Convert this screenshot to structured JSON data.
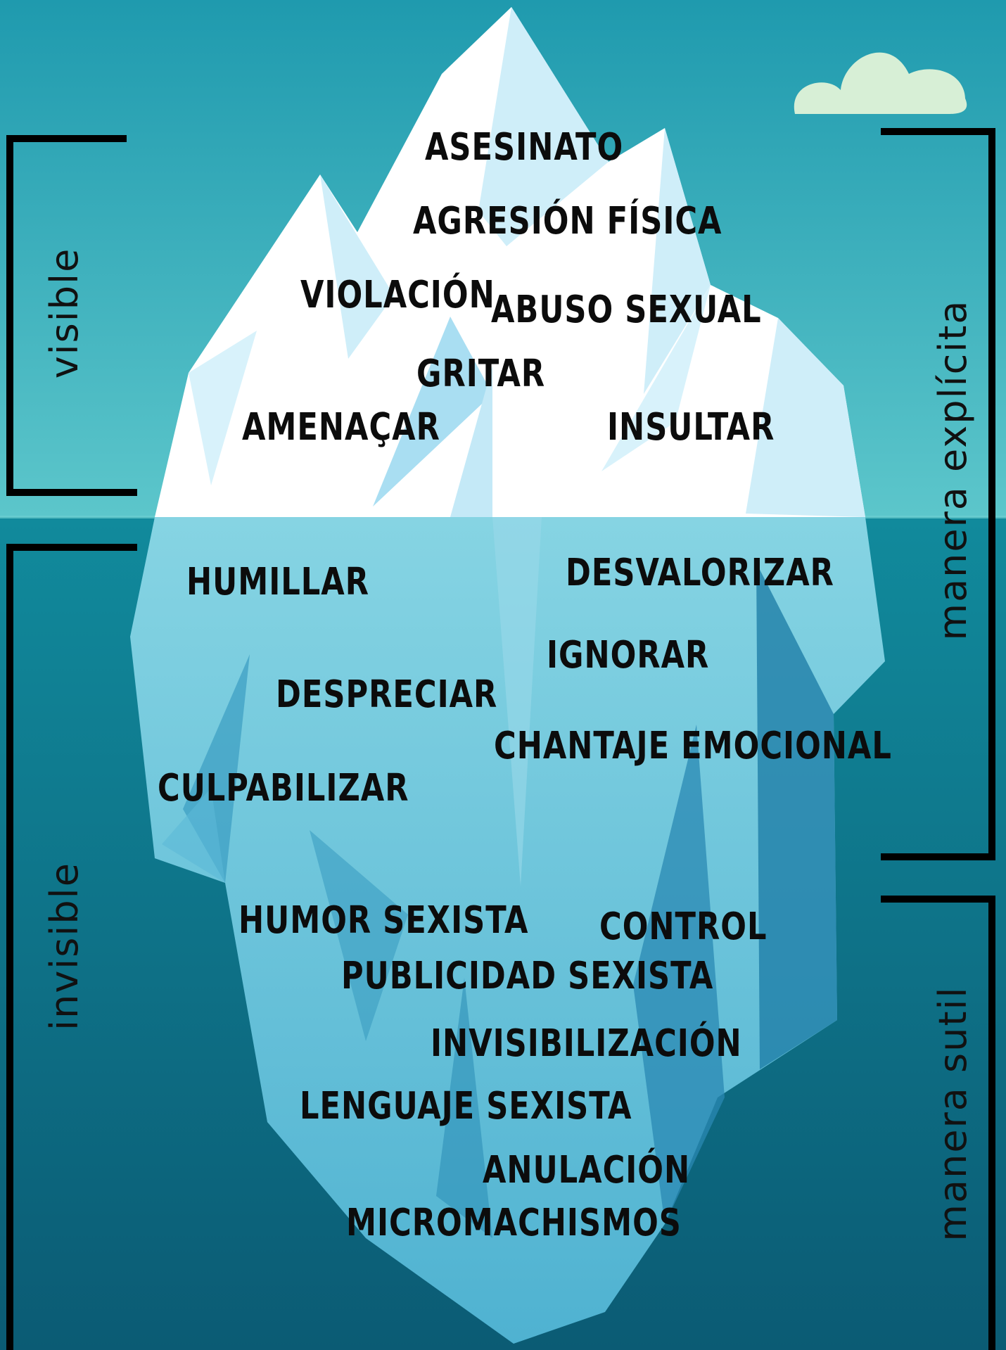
{
  "colors": {
    "sky_top": "#1f9aae",
    "sky_bottom": "#5cc6cb",
    "sea_top": "#118a9c",
    "sea_bottom": "#0b5b74",
    "ice_white": "#ffffff",
    "ice_light": "#bfe8f6",
    "ice_under": "#6ec9de",
    "ice_under_dark": "#2a94b8",
    "cloud": "#d7efd6",
    "ink": "#0c0c0c"
  },
  "icons": [
    "cloud-icon"
  ],
  "labels": {
    "visible": "visible",
    "invisible": "invisible",
    "explicit": "manera explícita",
    "subtle": "manera sutil"
  },
  "above_water": {
    "asesinato": "ASESINATO",
    "agresion": "AGRESIÓN  FÍSICA",
    "violacion": "VIOLACIÓN",
    "abuso": "ABUSO  SEXUAL",
    "gritar": "GRITAR",
    "amenazar": "AMENAÇAR",
    "insultar": "INSULTAR"
  },
  "below_water": {
    "humillar": "HUMILLAR",
    "desvalorizar": "DESVALORIZAR",
    "ignorar": "IGNORAR",
    "despreciar": "DESPRECIAR",
    "chantaje": "CHANTAJE  EMOCIONAL",
    "culpabilizar": "CULPABILIZAR",
    "humor": "HUMOR  SEXISTA",
    "control": "CONTROL",
    "publicidad": "PUBLICIDAD  SEXISTA",
    "invisibilizacion": "INVISIBILIZACIÓN",
    "lenguaje": "LENGUAJE  SEXISTA",
    "anulacion": "ANULACIÓN",
    "micromachismos": "MICROMACHISMOS"
  }
}
